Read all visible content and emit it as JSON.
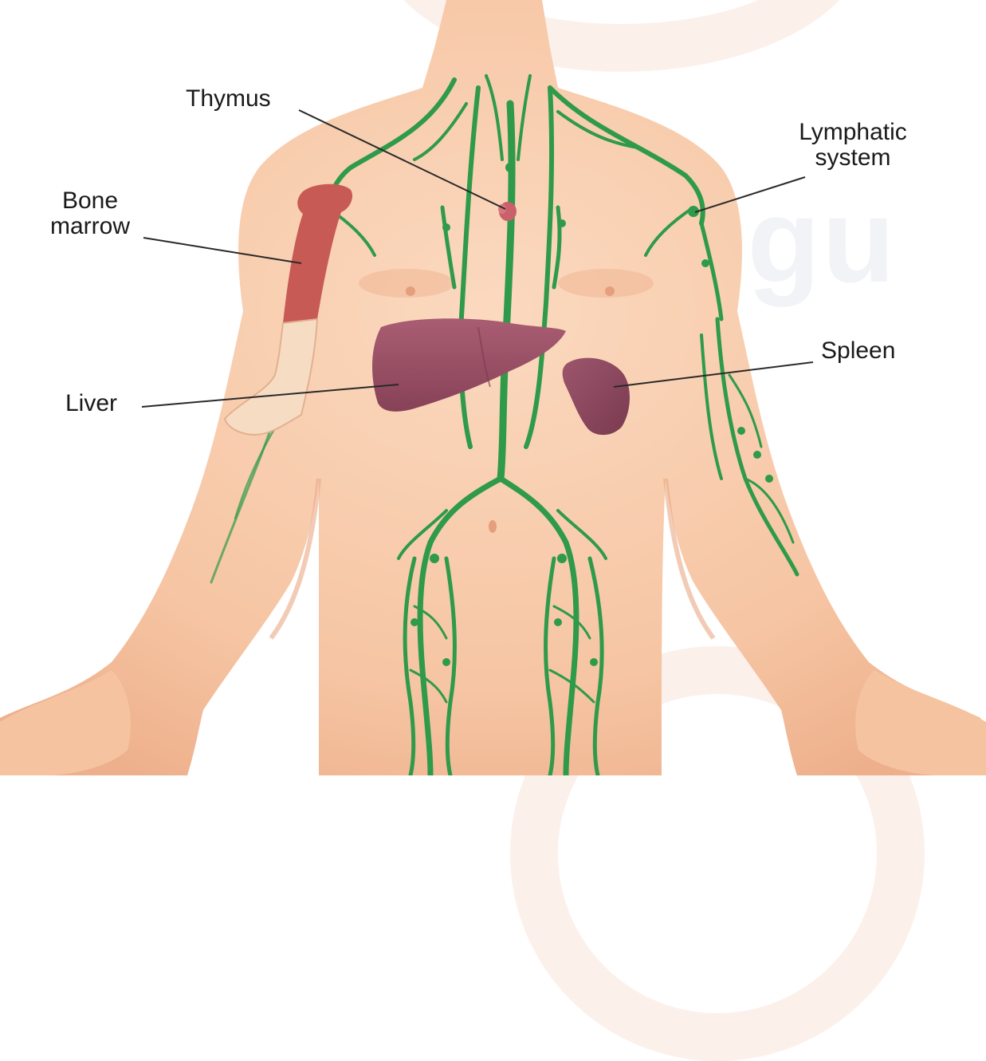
{
  "labels": {
    "thymus": "Thymus",
    "bone_marrow": [
      "Bone",
      "marrow"
    ],
    "lymphatic_system": [
      "Lymphatic",
      "system"
    ],
    "spleen": "Spleen",
    "liver": "Liver"
  },
  "watermark": {
    "text": "TSaiJuggu"
  },
  "colors": {
    "skin": "#f7c9a9",
    "skin_shadow": "#eeb08c",
    "lymph": "#2e9a4a",
    "liver": "#9a4f63",
    "spleen": "#8e4a60",
    "bone_marrow": "#c85a55",
    "bone": "#f7dcc4",
    "thymus": "#c9606a",
    "leader_line": "#2a2a2a",
    "label_text": "#1a1a1a"
  }
}
